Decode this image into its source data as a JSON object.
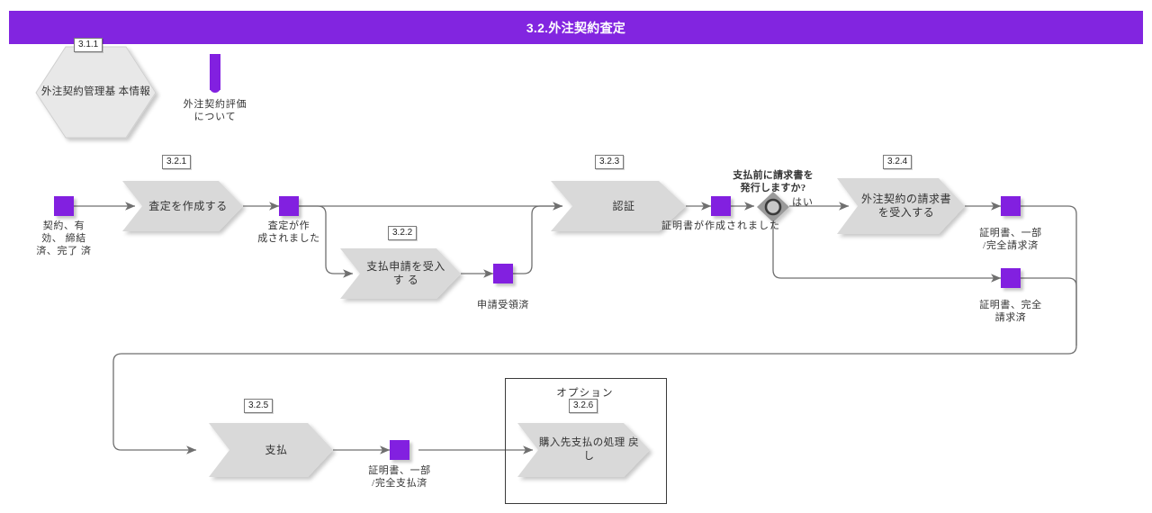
{
  "header": {
    "title": "3.2.外注契約査定",
    "bar_color": "#8225e0",
    "text_color": "#ffffff"
  },
  "theme": {
    "event_purple": "#8220e0",
    "shape_gray": "#d9d9d9",
    "connector_gray": "#6f6f6f",
    "gateway_gray": "#9a9a9a"
  },
  "source_data": {
    "tag": "3.1.1",
    "label": "外注契約管理基 本情報",
    "shape": "hexagon"
  },
  "annotation": {
    "icon": "exclamation-mark-icon",
    "label": "外注契約評価\nについて"
  },
  "start_event": {
    "name": "start-event",
    "label": "契約、有\n効、 締結\n済、完了 済"
  },
  "tasks": [
    {
      "tag": "3.2.1",
      "label": "査定を作成する",
      "name": "task-321"
    },
    {
      "tag": "3.2.2",
      "label": "支払申請を受入す る",
      "name": "task-322"
    },
    {
      "tag": "3.2.3",
      "label": "認証",
      "name": "task-323"
    },
    {
      "tag": "3.2.4",
      "label": "外注契約の請求書\nを受入する",
      "name": "task-324"
    },
    {
      "tag": "3.2.5",
      "label": "支払",
      "name": "task-325"
    },
    {
      "tag": "3.2.6",
      "label": "購入先支払の処理 戻し",
      "name": "task-326"
    }
  ],
  "optional_group": {
    "title": "オプション"
  },
  "gateway": {
    "name": "inclusive-gateway",
    "question": "支払前に請求書を\n発行しますか?",
    "yes_label": "はい"
  },
  "events": [
    {
      "name": "event-assessment-created",
      "label": "査定が作\n成されました"
    },
    {
      "name": "event-application-received",
      "label": "申請受領済"
    },
    {
      "name": "event-certificate-created",
      "label": "証明書が作成されました"
    },
    {
      "name": "event-cert-partial-full-invoiced",
      "label": "証明書、一部\n/完全請求済"
    },
    {
      "name": "event-cert-full-invoiced",
      "label": "証明書、完全\n請求済"
    },
    {
      "name": "event-cert-partial-full-paid",
      "label": "証明書、一部\n/完全支払済"
    }
  ]
}
